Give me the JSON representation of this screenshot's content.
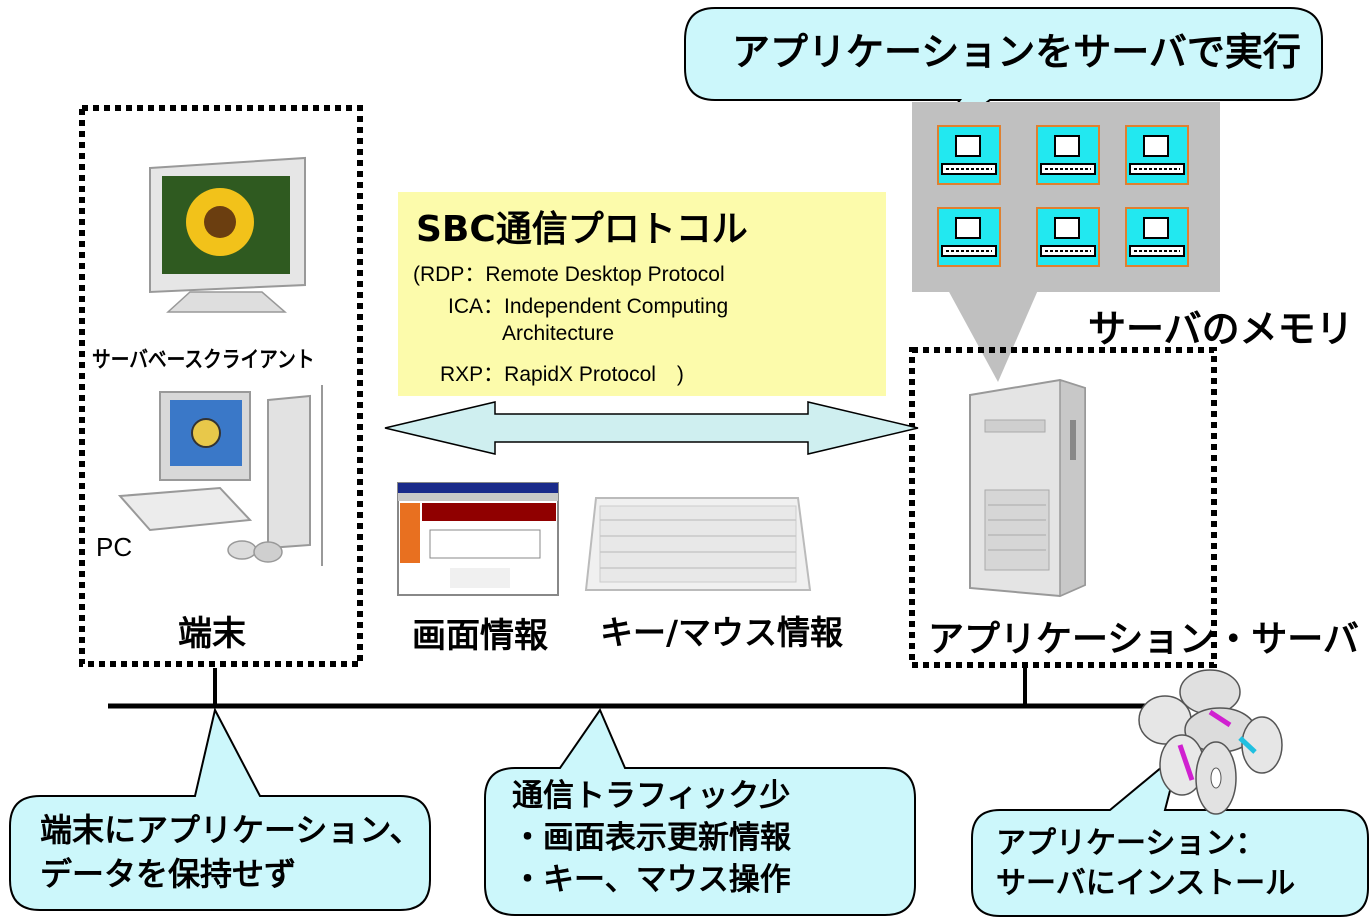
{
  "callouts": {
    "server_exec": "アプリケーションをサーバで実行",
    "terminal_note": [
      "端末にアプリケーション、",
      "データを保持せず"
    ],
    "traffic_note": [
      "通信トラフィック少",
      "・画面表示更新情報",
      "・キー、マウス操作"
    ],
    "install_note": [
      "アプリケーション：",
      "サーバにインストール"
    ]
  },
  "protocol_box": {
    "title": "SBC通信プロトコル",
    "lines": [
      "(RDP：Remote Desktop Protocol",
      "ICA：Independent Computing",
      "Architecture",
      "RXP：RapidX Protocol　)"
    ]
  },
  "terminal": {
    "sbc_client_label": "サーバベースクライアント",
    "pc_label": "PC",
    "caption": "端末"
  },
  "server": {
    "memory_label": "サーバのメモリ",
    "caption": "アプリケーション・サーバ"
  },
  "traffic": {
    "screen_label": "画面情報",
    "keymouse_label": "キー/マウス情報"
  },
  "colors": {
    "callout_fill": "#ccf7fb",
    "protocol_box_fill": "#fcfbab",
    "memory_panel_fill": "#c0c0c0",
    "arrow_fill": "#cfeff0",
    "pc_tile_fill": "#22e8f0"
  }
}
